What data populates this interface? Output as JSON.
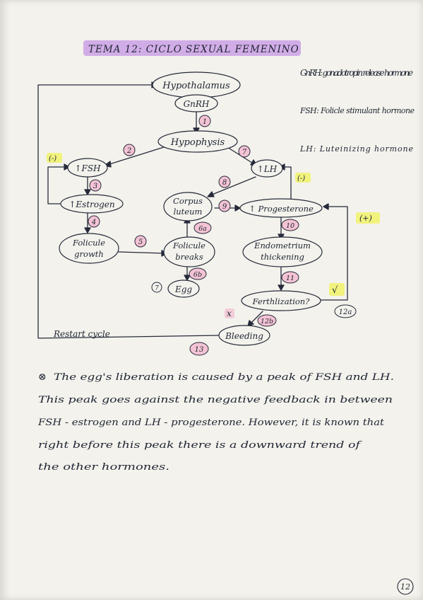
{
  "title": "TEMA 12: CICLO SEXUAL FEMENINO",
  "legend": [
    "GnRH: gonadotropin release hormone",
    "FSH: Folicle stimulant hormone",
    "LH: Luteinizing hormone"
  ],
  "nodes": {
    "hypothalamus": "Hypothalamus",
    "gnrh": "GnRH",
    "hypophysis": "Hypophysis",
    "fsh": "↑FSH",
    "lh": "↑LH",
    "estrogen": "↑Estrogen",
    "corpus": "Corpus",
    "luteum": "luteum",
    "progesterone": "↑ Progesterone",
    "follicle1": "Folicule",
    "follicle2": "growth",
    "breaks1": "Folicule",
    "breaks2": "breaks",
    "egg": "Egg",
    "endo1": "Endometrium",
    "endo2": "thickening",
    "fert": "Ferthlization?",
    "bleeding": "Bleeding",
    "restart": "Restart cycle"
  },
  "numbers": {
    "n1": "1",
    "n2": "2",
    "n3": "3",
    "n4": "4",
    "n5": "5",
    "n6a": "6a",
    "n6b": "6b",
    "n7": "7",
    "n8": "8",
    "n9": "9",
    "n10": "10",
    "n11": "11",
    "n12a": "12a",
    "n12b": "12b",
    "n13": "13",
    "n7egg": "7"
  },
  "signs": {
    "neg_fsh": "(-)",
    "neg_lh": "(-)",
    "pos": "(+)",
    "check": "√",
    "cross": "x"
  },
  "note_mark": "⊗",
  "note_lines": [
    "The egg's liberation is caused by a peak of FSH and LH.",
    "This peak goes against the negative feedback in between",
    "FSH - estrogen and LH - progesterone. However, it is known that",
    "right before this peak there is a downward trend of",
    "the other hormones."
  ],
  "page_number": "12"
}
